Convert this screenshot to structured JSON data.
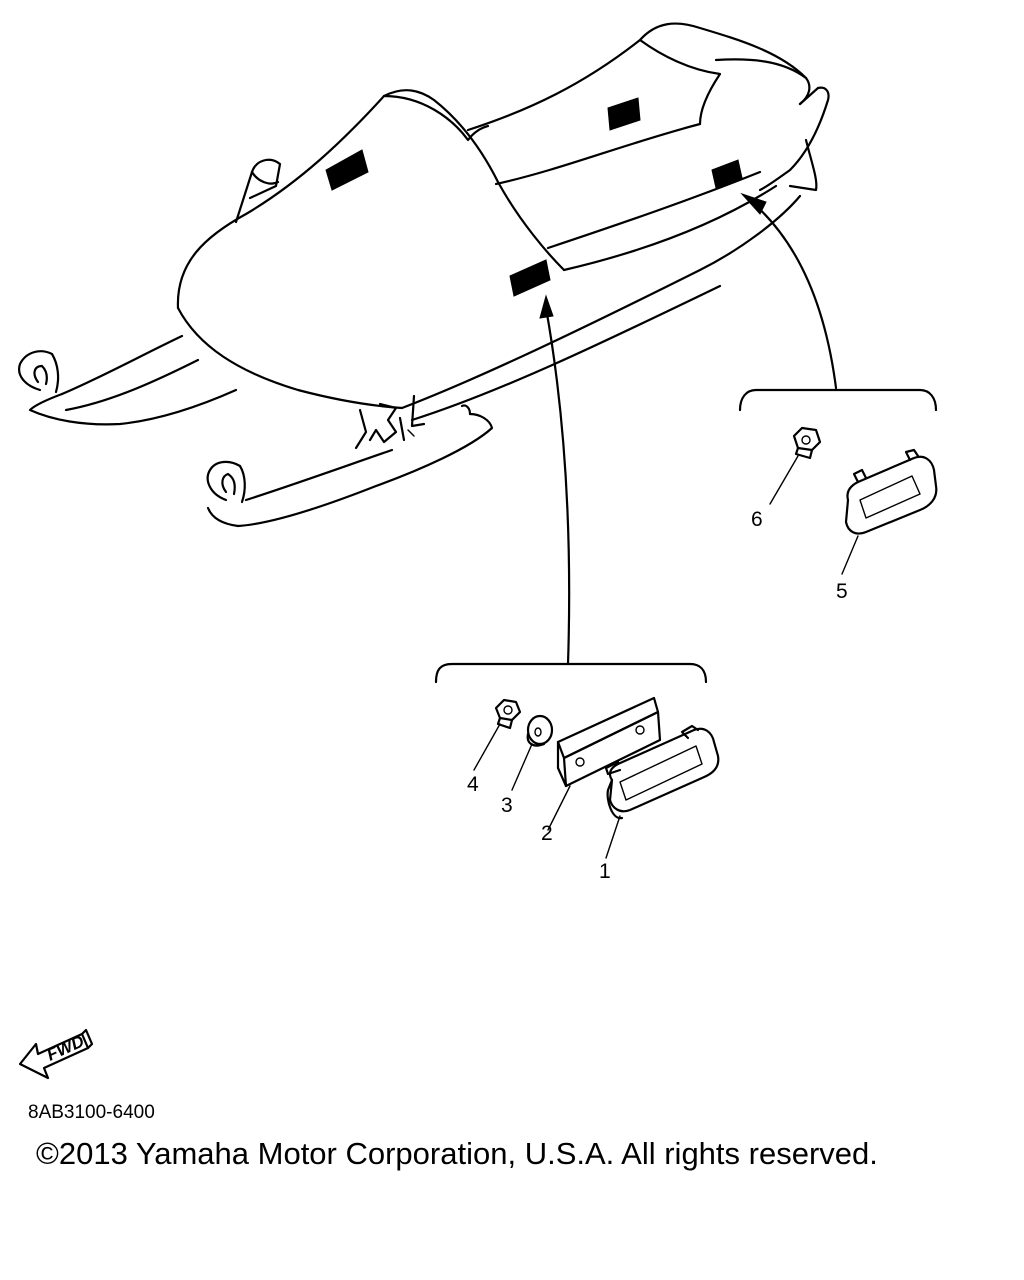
{
  "diagram": {
    "part_numbers": [
      "1",
      "2",
      "3",
      "4",
      "5",
      "6"
    ],
    "fwd_label": "FWD",
    "part_code": "8AB3100-6400",
    "copyright": "©2013 Yamaha Motor Corporation, U.S.A. All rights reserved."
  }
}
